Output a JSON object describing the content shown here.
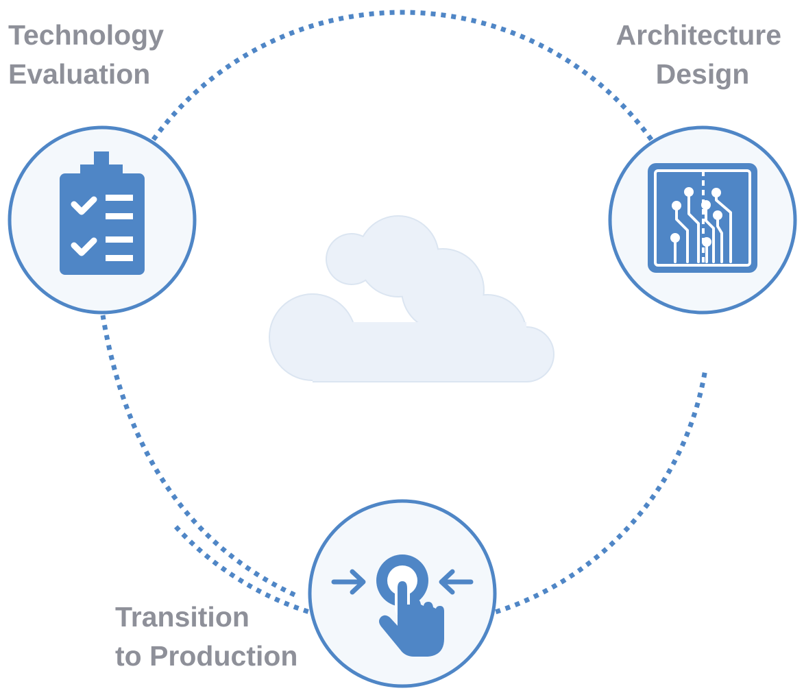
{
  "colors": {
    "accent": "#4f86c6",
    "node_fill": "#f4f8fc",
    "cloud_fill": "#ebf1f9",
    "cloud_stroke": "#dbe5f1",
    "label": "#8e9099",
    "background": "#ffffff"
  },
  "center": {
    "icon": "cloud-icon"
  },
  "stages": [
    {
      "id": "technology-evaluation",
      "label_lines": [
        "Technology",
        "Evaluation"
      ],
      "icon": "clipboard-checklist-icon"
    },
    {
      "id": "architecture-design",
      "label_lines": [
        "Architecture",
        "Design"
      ],
      "icon": "circuit-board-icon"
    },
    {
      "id": "transition-to-production",
      "label_lines": [
        "Transition",
        "to Production"
      ],
      "icon": "touch-gesture-icon"
    }
  ]
}
